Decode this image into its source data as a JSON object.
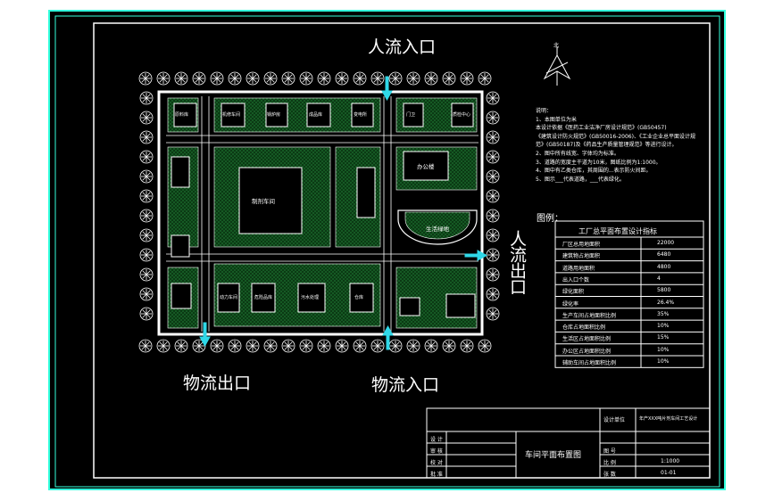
{
  "entrances": {
    "people_in": "人流入口",
    "people_out": "人流出口",
    "goods_out": "物流出口",
    "goods_in": "物流入口"
  },
  "buildings": {
    "main_workshop": "制剂车间",
    "office": "办公楼",
    "green_area": "生活绿地",
    "b1": "成品库",
    "b2": "原料库",
    "b3": "机修车间",
    "b4": "锅炉房",
    "b5": "门卫",
    "b6": "变电所",
    "b7": "质检中心",
    "b8": "动力车间",
    "b9": "危险品库",
    "b10": "污水处理",
    "b11": "仓库"
  },
  "compass": {
    "label": "北"
  },
  "notes": {
    "title": "说明：",
    "lines": [
      "1、本图单位为米",
      "   本设计依据《医药工业洁净厂房设计规范》(GB50457)",
      "   《建筑设计防火规范》(GB50016-2006)、《工业企业总平面设计规",
      "   范》(GB50187)及《药品生产质量管理规范》等进行设计。",
      "2、图中所有线宽、字体均为标准。",
      "3、道路的宽度主干道为10米，图纸比例为1:1000。",
      "4、图中有乙类仓库，其周围的...表示防火间距。",
      "5、图示___代表道路，___代表绿化。"
    ]
  },
  "legend_label": "图例：",
  "index_table": {
    "title": "工厂总平面布置设计指标",
    "rows": [
      [
        "厂区总用地面积",
        "22000"
      ],
      [
        "建筑物占地面积",
        "6480"
      ],
      [
        "道路用地面积",
        "4800"
      ],
      [
        "出入口个数",
        "4"
      ],
      [
        "绿化面积",
        "5800"
      ],
      [
        "绿化率",
        "26.4%"
      ],
      [
        "生产车间占地面积比例",
        "35%"
      ],
      [
        "仓库占地面积比例",
        "10%"
      ],
      [
        "生活区占地面积比例",
        "15%"
      ],
      [
        "办公区占地面积比例",
        "10%"
      ],
      [
        "辅助车间占地面积比例",
        "10%"
      ]
    ]
  },
  "title_block": {
    "drawing_name": "车间平面布置图",
    "project": "年产XXX吨片剂车间工艺设计",
    "left_labels": [
      "设 计",
      "审 核",
      "校 对",
      "批 准"
    ],
    "right_labels": [
      "设计单位",
      "图 号",
      "比 例",
      "张 数"
    ],
    "right_values": [
      "",
      "",
      "1:1000",
      "01-01"
    ]
  }
}
